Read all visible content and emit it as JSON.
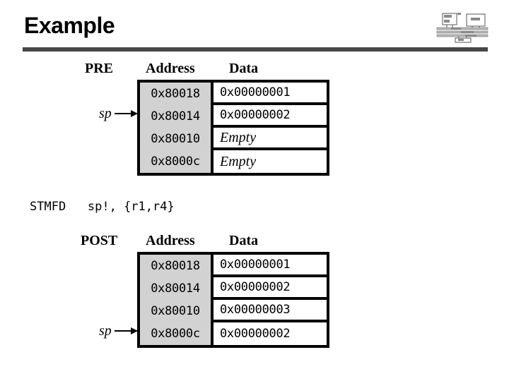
{
  "slide": {
    "title": "Example",
    "rule_color": "#474747",
    "background": "#ffffff"
  },
  "logo": {
    "icon_name": "block-diagram-logo",
    "description": "small block diagram graphic"
  },
  "instruction": {
    "text": "STMFD   sp!, {r1,r4}"
  },
  "figures": [
    {
      "state_label": "PRE",
      "address_header": "Address",
      "data_header": "Data",
      "shaded_color": "#d2d2d2",
      "pointer_label": "sp",
      "pointer_row_index": 1,
      "rows": [
        {
          "address": "0x80018",
          "data": "0x00000001",
          "empty": false
        },
        {
          "address": "0x80014",
          "data": "0x00000002",
          "empty": false
        },
        {
          "address": "0x80010",
          "data": "Empty",
          "empty": true
        },
        {
          "address": "0x8000c",
          "data": "Empty",
          "empty": true
        }
      ]
    },
    {
      "state_label": "POST",
      "address_header": "Address",
      "data_header": "Data",
      "shaded_color": "#d2d2d2",
      "pointer_label": "sp",
      "pointer_row_index": 3,
      "rows": [
        {
          "address": "0x80018",
          "data": "0x00000001",
          "empty": false
        },
        {
          "address": "0x80014",
          "data": "0x00000002",
          "empty": false
        },
        {
          "address": "0x80010",
          "data": "0x00000003",
          "empty": false
        },
        {
          "address": "0x8000c",
          "data": "0x00000002",
          "empty": false
        }
      ]
    }
  ]
}
